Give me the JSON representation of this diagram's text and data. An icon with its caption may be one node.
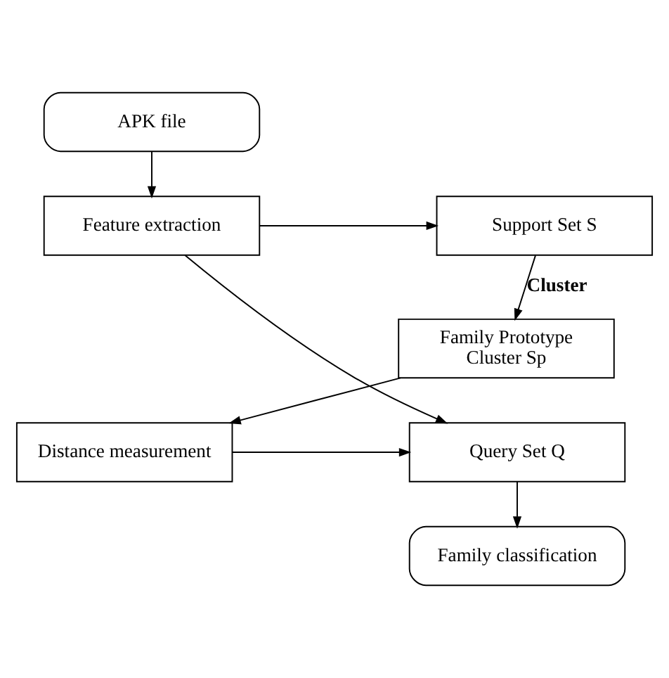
{
  "diagram": {
    "nodes": [
      {
        "text": [
          "APK file"
        ]
      },
      {
        "text": [
          "Feature extraction"
        ]
      },
      {
        "text": [
          "Support Set S"
        ]
      },
      {
        "text": [
          "Family Prototype Cluster Sp"
        ]
      },
      {
        "text": [
          "Distance measurement"
        ]
      },
      {
        "text": [
          "Query Set Q"
        ]
      },
      {
        "text": [
          "Family classification"
        ]
      }
    ],
    "edges": [
      {
        "from": 0,
        "to": 1,
        "arrow": "to"
      },
      {
        "from": 1,
        "to": 2,
        "arrow": "to"
      },
      {
        "from": 2,
        "to": 3,
        "arrow": "to",
        "label": "Cluster"
      },
      {
        "from": 3,
        "to": 4,
        "arrow": "to"
      },
      {
        "from": 4,
        "to": 5,
        "arrow": "to"
      },
      {
        "from": 1,
        "to": 5,
        "arrow": "to"
      },
      {
        "from": 5,
        "to": 6,
        "arrow": "to"
      }
    ]
  }
}
